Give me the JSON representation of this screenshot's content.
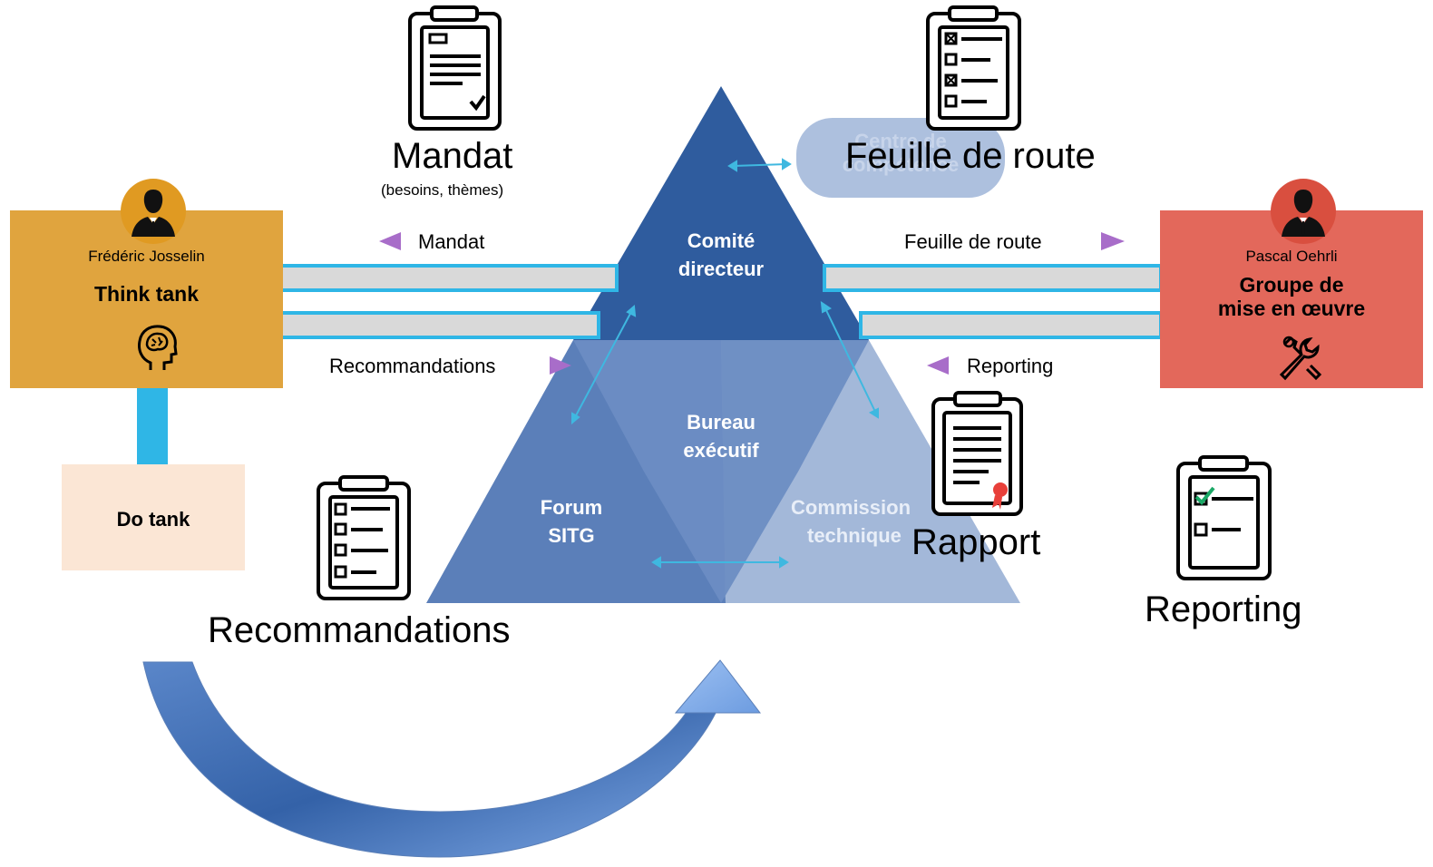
{
  "colors": {
    "pyramid_dark": "#2f5c9e",
    "pyramid_mid": "#5b7fb9",
    "pyramid_light": "#9fb5d8",
    "cyan_band": "#2fb6e6",
    "think_tank": "#e0a43e",
    "do_tank": "#fbe6d5",
    "mise_en_oeuvre": "#e3685b",
    "purple_arrow": "#a86dc9"
  },
  "documents": {
    "mandat": {
      "title": "Mandat",
      "subtitle": "(besoins, thèmes)",
      "icon": "clipboard-document-icon"
    },
    "feuille": {
      "title": "Feuille de route",
      "icon": "clipboard-checklist-icon"
    },
    "recommandations": {
      "title": "Recommandations",
      "icon": "clipboard-list-icon"
    },
    "rapport": {
      "title": "Rapport",
      "icon": "clipboard-certificate-icon"
    },
    "reporting": {
      "title": "Reporting",
      "icon": "clipboard-check-icon"
    }
  },
  "pyramid": {
    "top": "Comité directeur",
    "top_line1": "Comité",
    "top_line2": "directeur",
    "center_line1": "Bureau",
    "center_line2": "exécutif",
    "left_line1": "Forum",
    "left_line2": "SITG",
    "right_line1": "Commission",
    "right_line2": "technique",
    "faded_pill_line1": "Centre de",
    "faded_pill_line2": "compétence"
  },
  "flows": {
    "mandat": "Mandat",
    "recommandations": "Recommandations",
    "feuille": "Feuille de route",
    "reporting": "Reporting"
  },
  "think_tank": {
    "person": "Frédéric  Josselin",
    "title": "Think tank",
    "icon": "brain-head-icon",
    "avatar": "businessman-avatar-icon"
  },
  "do_tank": {
    "title": "Do tank"
  },
  "mise_en_oeuvre": {
    "person": "Pascal  Oehrli",
    "title_line1": "Groupe de",
    "title_line2": "mise en œuvre",
    "icon": "wrench-gear-icon",
    "avatar": "businessman-avatar-icon"
  }
}
